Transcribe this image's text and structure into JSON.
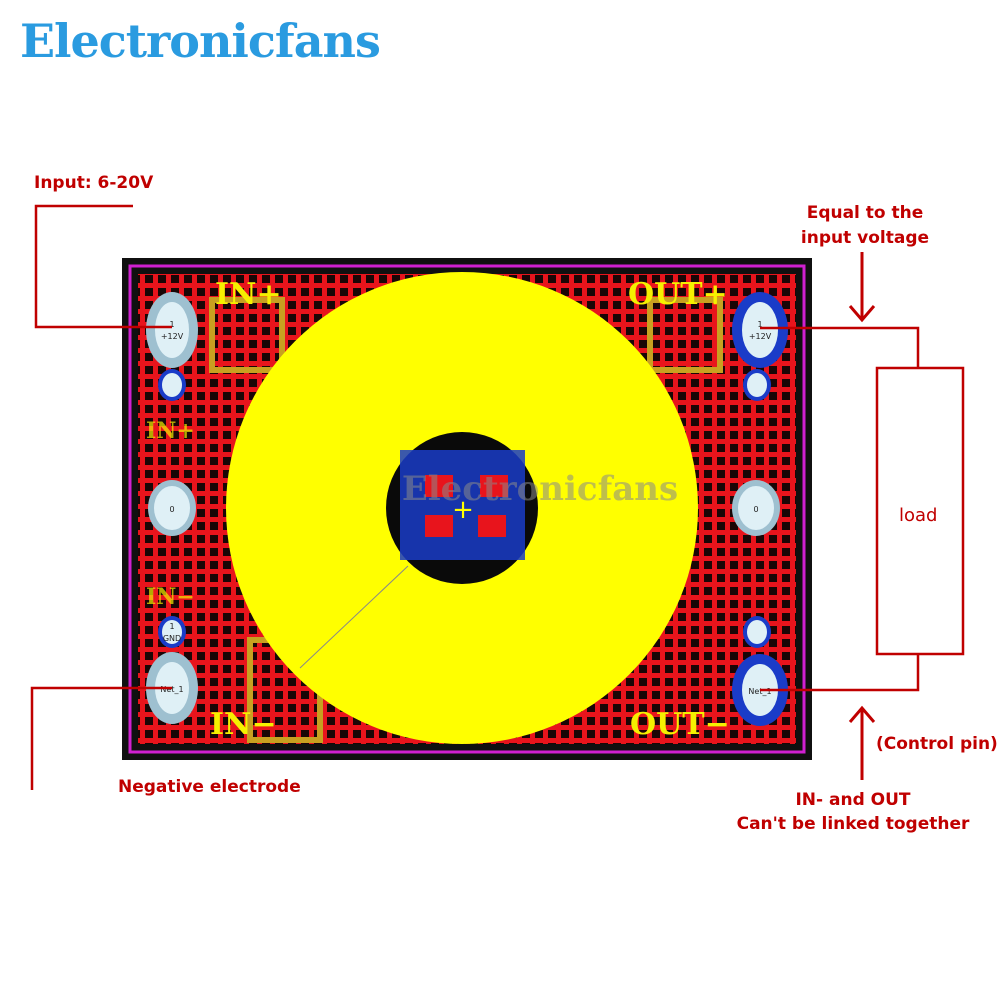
{
  "brand": {
    "name": "Electronicfans",
    "watermark": "Electronicfans"
  },
  "annotations": {
    "input": "Input: 6-20V",
    "equal_1": "Equal to the",
    "equal_2": "input voltage",
    "load": "load",
    "control": "(Control pin)",
    "negative": "Negative electrode",
    "warning_1": "IN- and OUT",
    "warning_2": "Can't be linked together"
  },
  "pcb": {
    "in_plus": "IN+",
    "out_plus": "OUT+",
    "in_minus": "IN−",
    "out_minus": "OUT−",
    "in_plus_small": "IN+",
    "in_minus_small": "IN−",
    "pad_12v": "+12V",
    "pad_gnd": "GND",
    "pad_net": "Net_1",
    "pad_one": "1",
    "pad_zero": "0"
  },
  "colors": {
    "arrow": "#c00000",
    "board": "#e8141c",
    "coil": "#ffff00",
    "silk": "#f5f000",
    "outline": "#d020d0",
    "pad": "#b8d8e8",
    "via": "#1a3cc8"
  }
}
